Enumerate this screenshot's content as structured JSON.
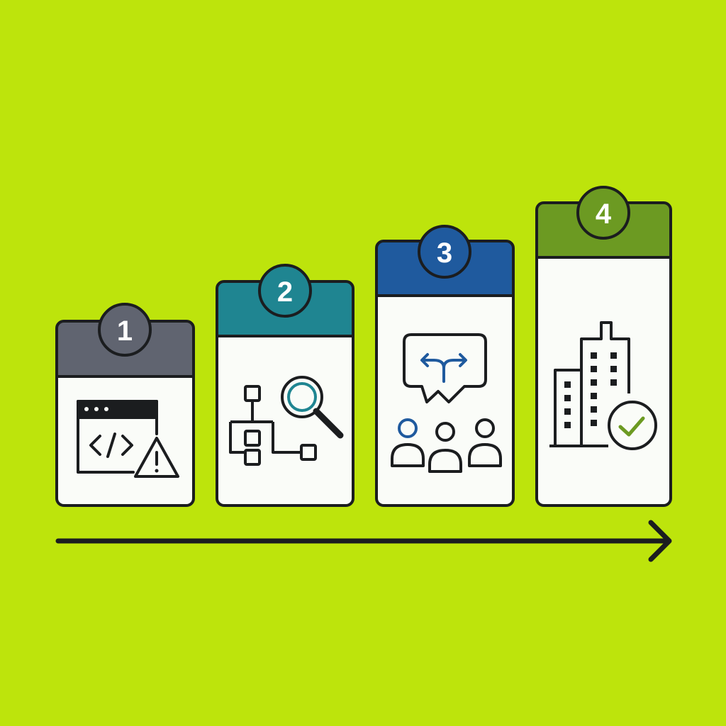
{
  "background": "#bde40c",
  "steps": [
    {
      "number": "1",
      "header_color": "#606470",
      "icon": "code-window-warning-icon"
    },
    {
      "number": "2",
      "header_color": "#1f8591",
      "icon": "flowchart-search-icon"
    },
    {
      "number": "3",
      "header_color": "#1f5a9e",
      "icon": "team-decision-icon"
    },
    {
      "number": "4",
      "header_color": "#6c9a22",
      "icon": "building-approved-icon"
    }
  ],
  "timeline": {
    "direction": "left-to-right",
    "icon": "arrow-right-icon"
  },
  "colors": {
    "outline": "#1b1d1f",
    "card_body": "#fafcf8",
    "accent_teal": "#1f8591",
    "accent_blue": "#1f5a9e",
    "accent_green": "#6c9a22"
  }
}
